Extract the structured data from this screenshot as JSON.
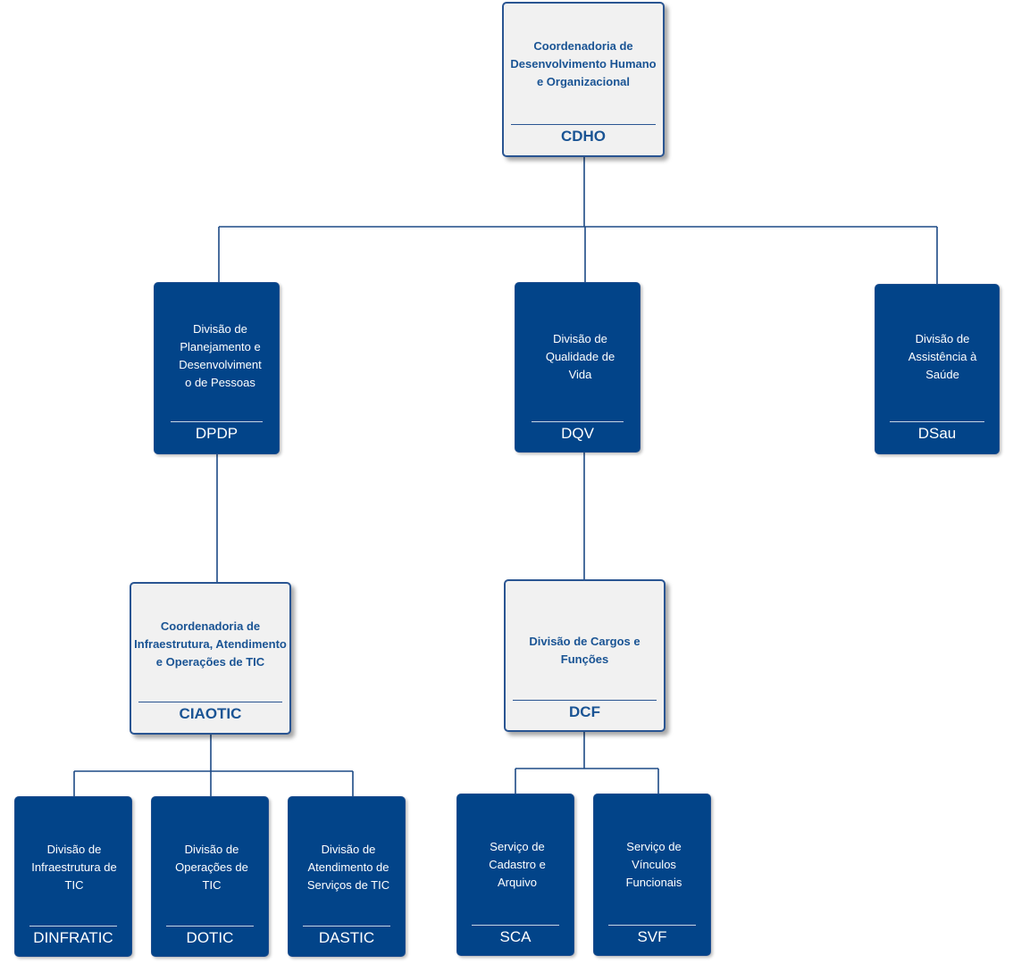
{
  "units": {
    "cdho": {
      "name": "Coordenadoria de Desenvolvimento Humano e Organizacional",
      "abbr": "CDHO"
    },
    "dpdp": {
      "name": "Divisão de Planejamento e Desenvolviment o de Pessoas",
      "abbr": "DPDP"
    },
    "dqv": {
      "name": "Divisão de Qualidade de Vida",
      "abbr": "DQV"
    },
    "dsau": {
      "name": "Divisão de Assistência à Saúde",
      "abbr": "DSau"
    },
    "ciaotic": {
      "name": "Coordenadoria de Infraestrutura, Atendimento e Operações de TIC",
      "abbr": "CIAOTIC"
    },
    "dcf": {
      "name": "Divisão de Cargos e Funções",
      "abbr": "DCF"
    },
    "dinfratic": {
      "name": "Divisão de Infraestrutura de TIC",
      "abbr": "DINFRATIC"
    },
    "dotic": {
      "name": "Divisão de Operações de TIC",
      "abbr": "DOTIC"
    },
    "dastic": {
      "name": "Divisão de Atendimento de Serviços de TIC",
      "abbr": "DASTIC"
    },
    "sca": {
      "name": "Serviço de Cadastro e Arquivo",
      "abbr": "SCA"
    },
    "svf": {
      "name": "Serviço de Vínculos Funcionais",
      "abbr": "SVF"
    }
  },
  "colors": {
    "dark_box": "#024489",
    "light_box": "#f1f1f1",
    "light_text": "#1a5494",
    "connector": "#1d4a85"
  }
}
